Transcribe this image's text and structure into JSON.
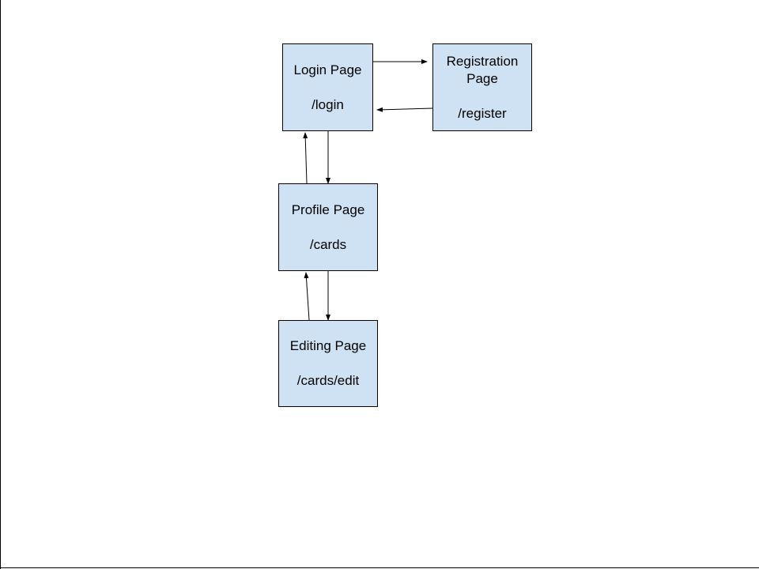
{
  "nodes": {
    "login": {
      "title": "Login Page",
      "route": "/login"
    },
    "registration": {
      "title_line1": "Registration",
      "title_line2": "Page",
      "route": "/register"
    },
    "profile": {
      "title": "Profile Page",
      "route": "/cards"
    },
    "editing": {
      "title": "Editing Page",
      "route": "/cards/edit"
    }
  },
  "edges": [
    {
      "from": "Login Page",
      "to": "Registration Page"
    },
    {
      "from": "Registration Page",
      "to": "Login Page"
    },
    {
      "from": "Login Page",
      "to": "Profile Page"
    },
    {
      "from": "Profile Page",
      "to": "Login Page"
    },
    {
      "from": "Profile Page",
      "to": "Editing Page"
    },
    {
      "from": "Editing Page",
      "to": "Profile Page"
    }
  ],
  "colors": {
    "node_fill": "#cfe2f3",
    "stroke": "#000000"
  }
}
